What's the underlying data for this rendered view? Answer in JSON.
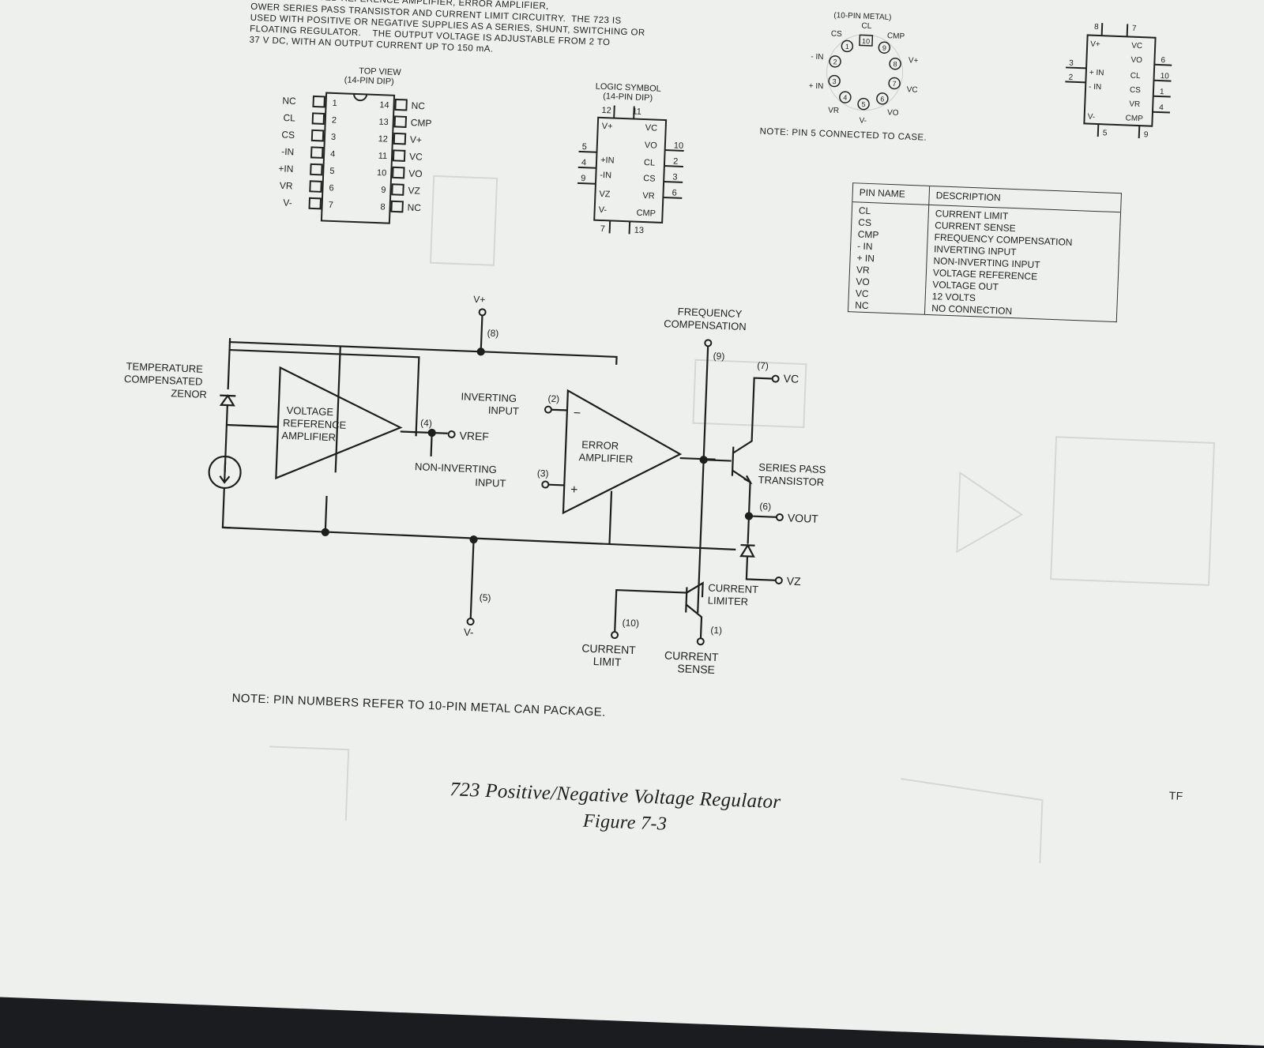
{
  "intro_text": "OWER SERIES PASS TRANSISTOR AND CURRENT LIMIT CIRCUITRY.  THE 723 IS\nUSED WITH POSITIVE OR NEGATIVE SUPPLIES AS A SERIES, SHUNT, SWITCHING OR\nFLOATING REGULATOR.    THE OUTPUT VOLTAGE IS ADJUSTABLE FROM 2 TO\n37 V DC, WITH AN OUTPUT CURRENT UP TO 150 mA.",
  "intro_top": "ENSATED  REFERENCE  AMPLIFIER,  ERROR  AMPLIFIER,",
  "dip": {
    "title": "TOP VIEW",
    "subtitle": "(14-PIN DIP)",
    "left_pins": [
      {
        "name": "NC",
        "num": "1"
      },
      {
        "name": "CL",
        "num": "2"
      },
      {
        "name": "CS",
        "num": "3"
      },
      {
        "name": "-IN",
        "num": "4"
      },
      {
        "name": "+IN",
        "num": "5"
      },
      {
        "name": "VR",
        "num": "6"
      },
      {
        "name": "V-",
        "num": "7"
      }
    ],
    "right_pins": [
      {
        "name": "NC",
        "num": "14"
      },
      {
        "name": "CMP",
        "num": "13"
      },
      {
        "name": "V+",
        "num": "12"
      },
      {
        "name": "VC",
        "num": "11"
      },
      {
        "name": "VO",
        "num": "10"
      },
      {
        "name": "VZ",
        "num": "9"
      },
      {
        "name": "NC",
        "num": "8"
      }
    ]
  },
  "logic": {
    "title": "LOGIC SYMBOL",
    "subtitle": "(14-PIN DIP)",
    "top_pins": [
      "12",
      "11"
    ],
    "bottom_pins": [
      "7",
      "13"
    ],
    "left_pins": [
      "5",
      "4",
      "9"
    ],
    "right_pins": [
      "10",
      "2",
      "3",
      "6"
    ],
    "inside": [
      "V+",
      "VC",
      "VO",
      "+IN",
      "CL",
      "-IN",
      "CS",
      "VZ",
      "VR",
      "V-",
      "CMP"
    ]
  },
  "metal_can": {
    "title": "(10-PIN METAL)",
    "pins": [
      {
        "num": "10",
        "name": "CL"
      },
      {
        "num": "9",
        "name": "CMP"
      },
      {
        "num": "8",
        "name": "V+"
      },
      {
        "num": "7",
        "name": "VC"
      },
      {
        "num": "6",
        "name": "VO"
      },
      {
        "num": "5",
        "name": "V-"
      },
      {
        "num": "4",
        "name": "VR"
      },
      {
        "num": "3",
        "name": "+ IN"
      },
      {
        "num": "2",
        "name": "- IN"
      },
      {
        "num": "1",
        "name": "CS"
      }
    ],
    "note": "NOTE: PIN 5 CONNECTED TO CASE."
  },
  "can_logic": {
    "top_pins": [
      "8",
      "7"
    ],
    "bottom_pins": [
      "5",
      "9"
    ],
    "left_pins": [
      "3",
      "2"
    ],
    "right_pins": [
      "6",
      "10",
      "1",
      "4"
    ],
    "inside": [
      "V+",
      "VC",
      "VO",
      "+ IN",
      "CL",
      "- IN",
      "CS",
      "VR",
      "V-",
      "CMP"
    ]
  },
  "pin_table": {
    "headers": [
      "PIN NAME",
      "DESCRIPTION"
    ],
    "rows": [
      [
        "CL",
        "CURRENT LIMIT"
      ],
      [
        "CS",
        "CURRENT SENSE"
      ],
      [
        "CMP",
        "FREQUENCY COMPENSATION"
      ],
      [
        "- IN",
        "INVERTING INPUT"
      ],
      [
        "+ IN",
        "NON-INVERTING INPUT"
      ],
      [
        "VR",
        "VOLTAGE REFERENCE"
      ],
      [
        "VO",
        "VOLTAGE OUT"
      ],
      [
        "VC",
        "12 VOLTS"
      ],
      [
        "NC",
        "NO CONNECTION"
      ]
    ]
  },
  "block": {
    "title": "FUNCTIONAL BLOCK DIAGRAM",
    "vplus": "V+",
    "vplus_pin": "(8)",
    "freq_comp": [
      "FREQUENCY",
      "COMPENSATION"
    ],
    "freq_pin": "(9)",
    "zener": [
      "TEMPERATURE",
      "COMPENSATED",
      "ZENOR"
    ],
    "vref_amp": [
      "VOLTAGE",
      "REFERENCE",
      "AMPLIFIER"
    ],
    "vref_pin": "(4)",
    "vref": "VREF",
    "inv": [
      "INVERTING",
      "INPUT"
    ],
    "inv_pin": "(2)",
    "noninv": [
      "NON-INVERTING",
      "INPUT"
    ],
    "noninv_pin": "(3)",
    "error_amp": [
      "ERROR",
      "AMPLIFIER"
    ],
    "vc_pin": "(7)",
    "vc": "VC",
    "series_pass": [
      "SERIES PASS",
      "TRANSISTOR"
    ],
    "vout_pin": "(6)",
    "vout": "VOUT",
    "vz": "VZ",
    "current_limiter": [
      "CURRENT",
      "LIMITER"
    ],
    "vminus_pin": "(5)",
    "vminus": "V-",
    "cl_pin": "(10)",
    "cl": [
      "CURRENT",
      "LIMIT"
    ],
    "cs_pin": "(1)",
    "cs": [
      "CURRENT",
      "SENSE"
    ],
    "minus_sign": "−",
    "plus_sign": "+"
  },
  "note_bottom": "NOTE: PIN NUMBERS REFER TO 10-PIN METAL CAN PACKAGE.",
  "caption_title": "723 Positive/Negative Voltage Regulator",
  "caption_figure": "Figure 7-3",
  "edge_text": "TF"
}
